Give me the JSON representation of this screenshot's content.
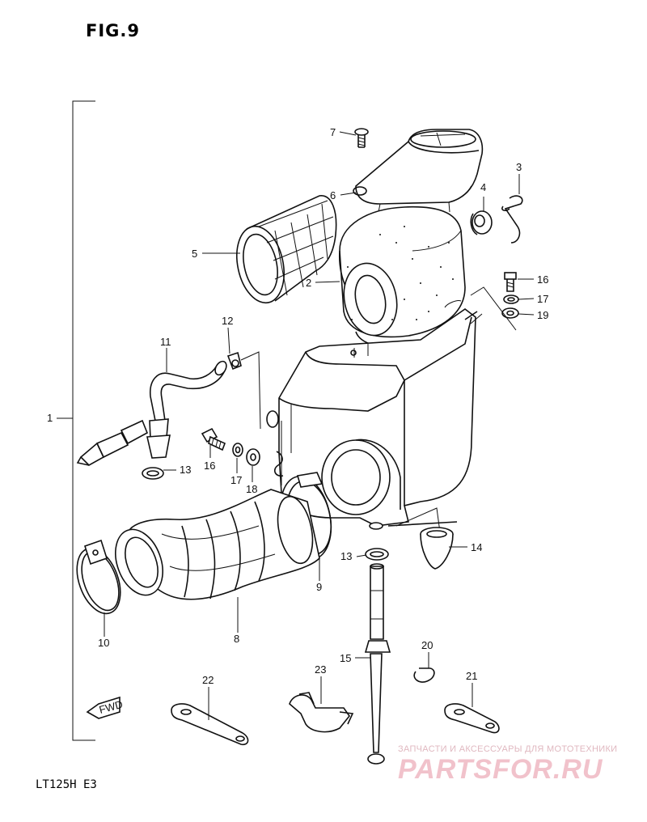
{
  "figure": {
    "title": "FIG.9",
    "model": "LT125H E3"
  },
  "watermark": {
    "subtitle": "ЗАПЧАСТИ И АКСЕССУАРЫ ДЛЯ МОТОТЕХНИКИ",
    "brand": "PARTSFOR.RU",
    "brand_color": "#f1c2cb"
  },
  "fwd_marker": "FWD",
  "callouts": {
    "c1": "1",
    "c2": "2",
    "c3": "3",
    "c4": "4",
    "c5": "5",
    "c6": "6",
    "c7": "7",
    "c8": "8",
    "c9": "9",
    "c10": "10",
    "c11": "11",
    "c12": "12",
    "c13a": "13",
    "c13b": "13",
    "c14": "14",
    "c15": "15",
    "c16a": "16",
    "c16b": "16",
    "c17a": "17",
    "c17b": "17",
    "c18": "18",
    "c19": "19",
    "c20": "20",
    "c21": "21",
    "c22": "22",
    "c23": "23"
  }
}
